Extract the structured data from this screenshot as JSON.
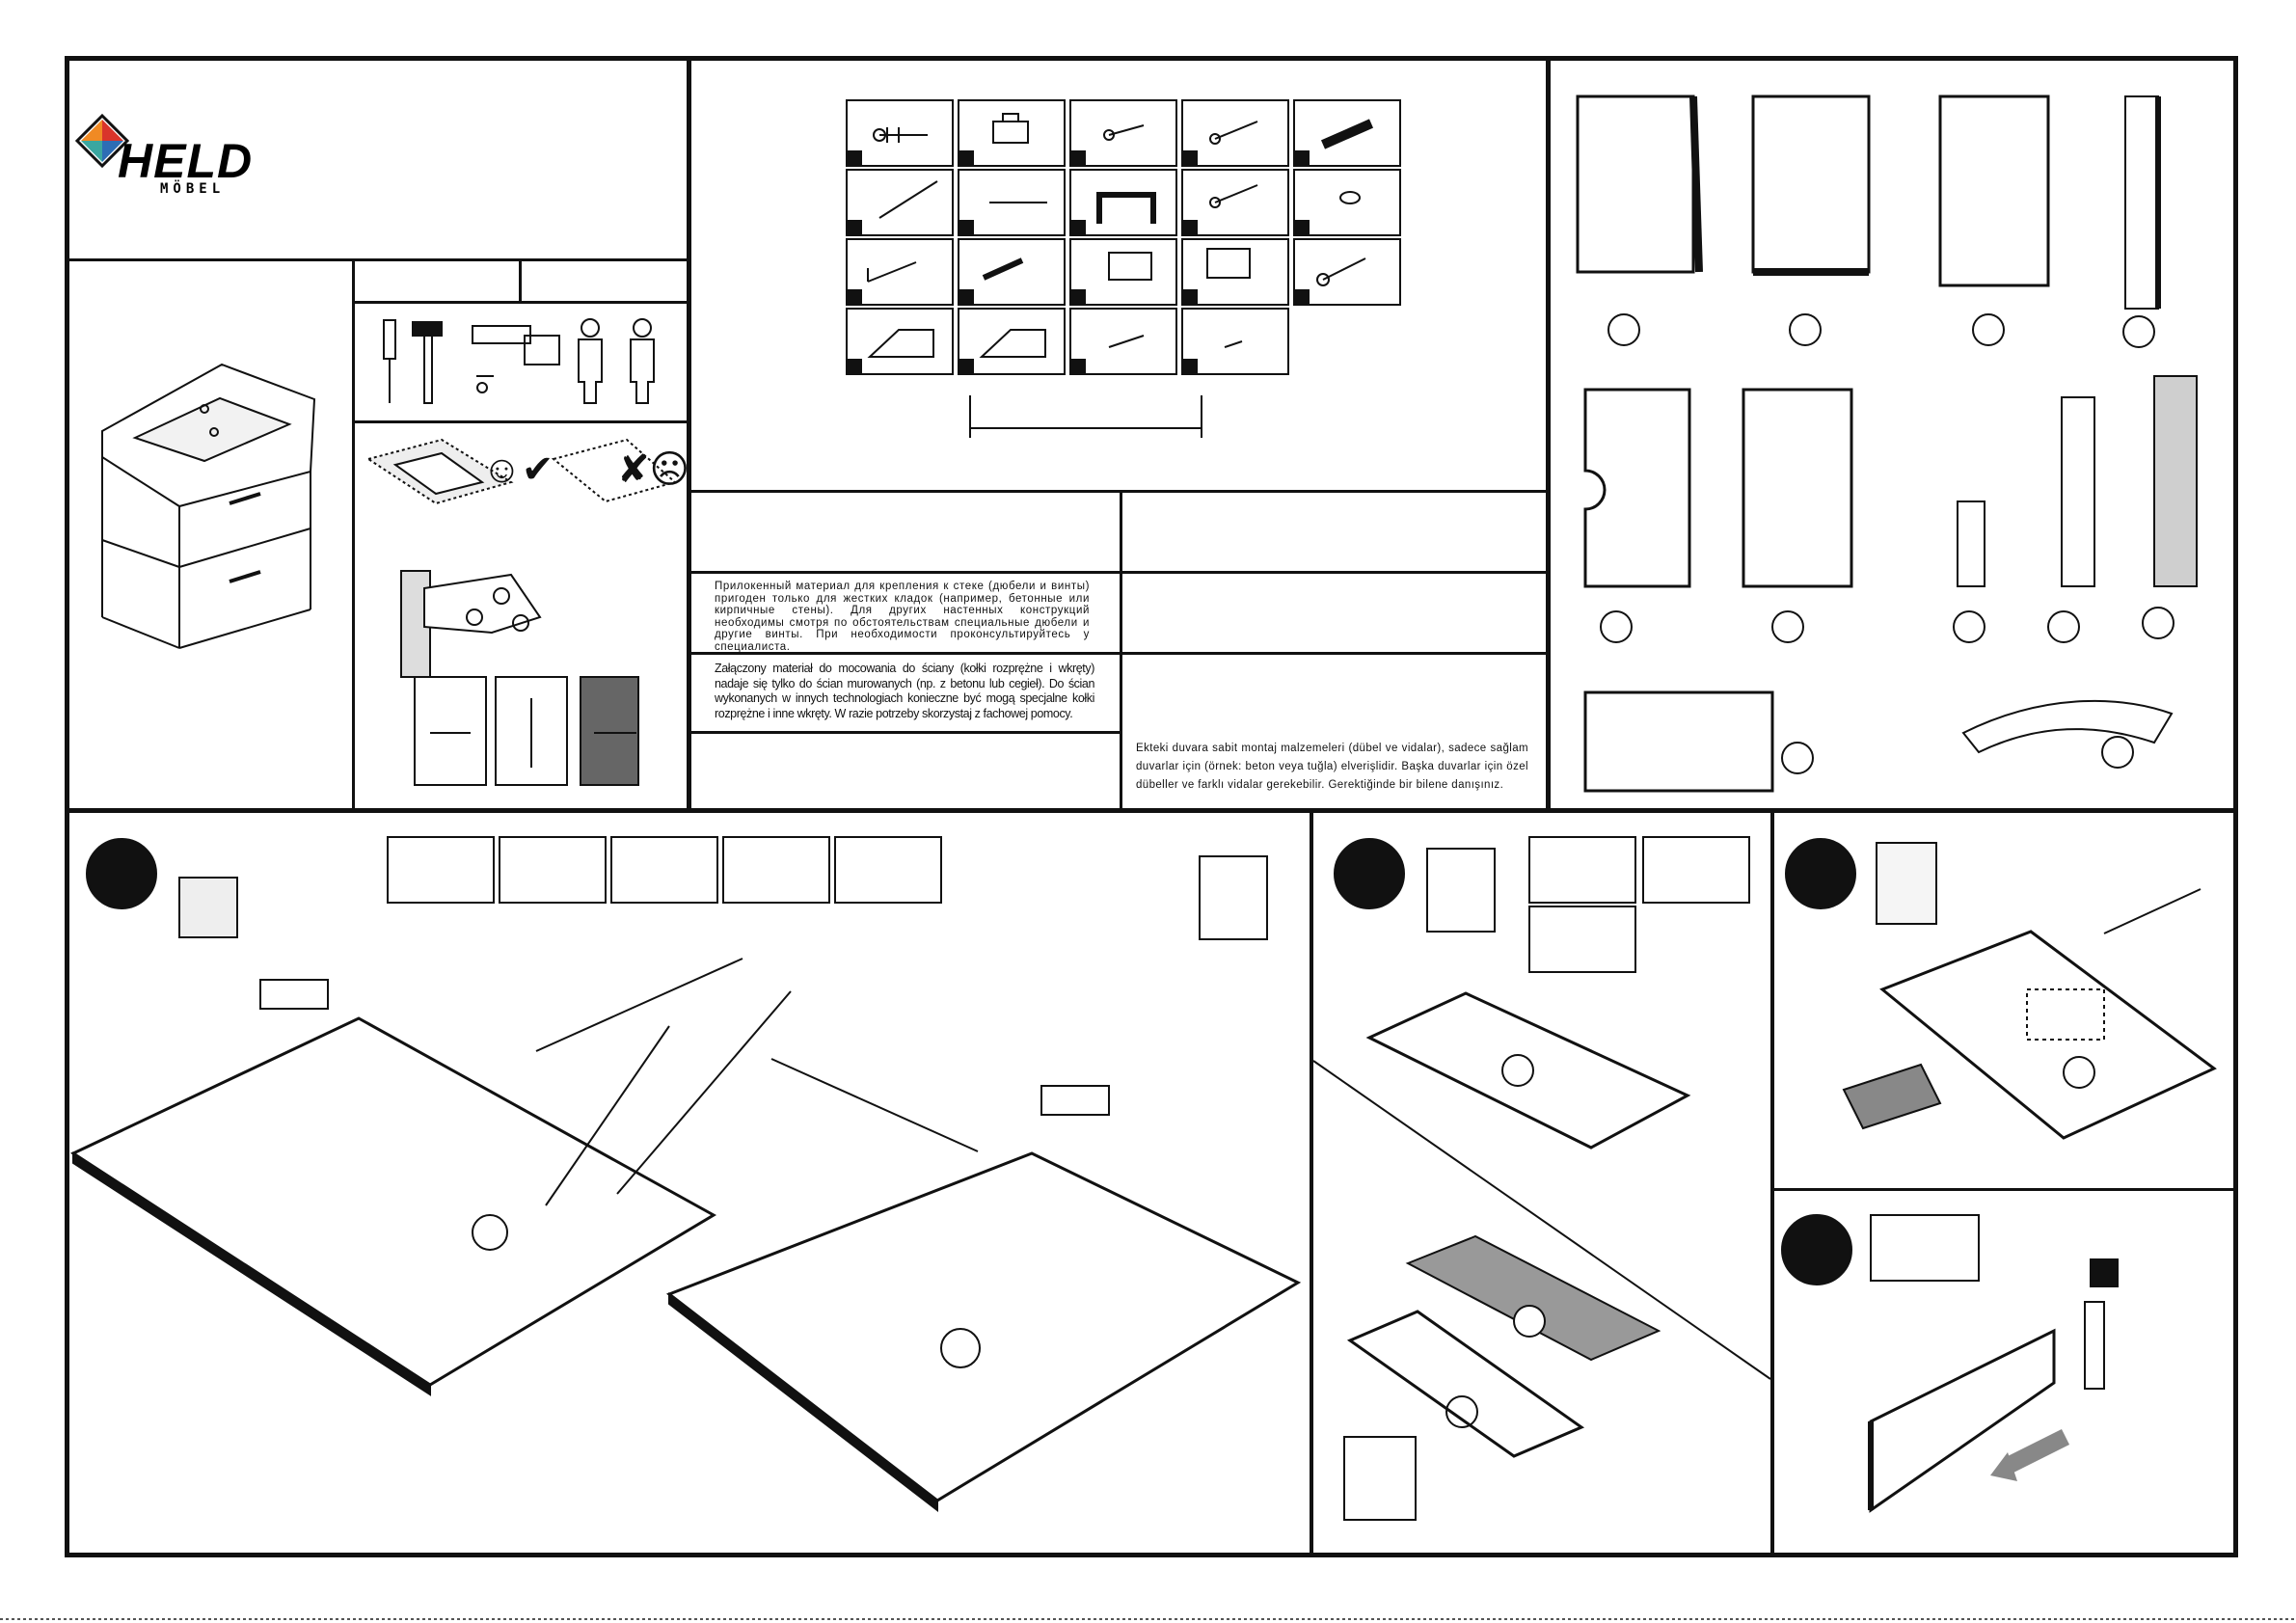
{
  "brand": {
    "name": "HELD",
    "sub": "MÖBEL"
  },
  "notes": {
    "ru": "Прилокенный материал для крепления к стеке (дюбели и винты) пригоден только для жестких кладок (например, бетонные или кирпичные стены). Для других настенных конструкций необходимы смотря по обстоятельствам специальные дюбели и другие винты. При необходимости проконсультируйтесь у специалиста.",
    "pl": "Załączony materiał do mocowania do ściany (kołki rozprężne i wkręty) nadaje się tylko do ścian murowanych (np. z betonu lub cegieł). Do ścian wykonanych w innych technologiach konieczne być mogą specjalne kołki rozprężne i inne wkręty. W razie potrzeby skorzystaj z fachowej pomocy.",
    "tr": "Ekteki duvara sabit montaj malzemeleri (dübel ve vidalar), sadece sağlam duvarlar için (örnek: beton veya tuğla) elverişlidir. Başka duvarlar için özel dübeller ve farklı vidalar gerekebilir. Gerektiğinde bir bilene danışınız."
  },
  "colors": {
    "ink": "#111111",
    "panel_gray": "#cfcfcf",
    "step_circle": "#111111",
    "logo_red": "#d9342b",
    "logo_blue": "#2d6db5",
    "logo_orange": "#f08a24",
    "logo_teal": "#3aa7a0"
  }
}
